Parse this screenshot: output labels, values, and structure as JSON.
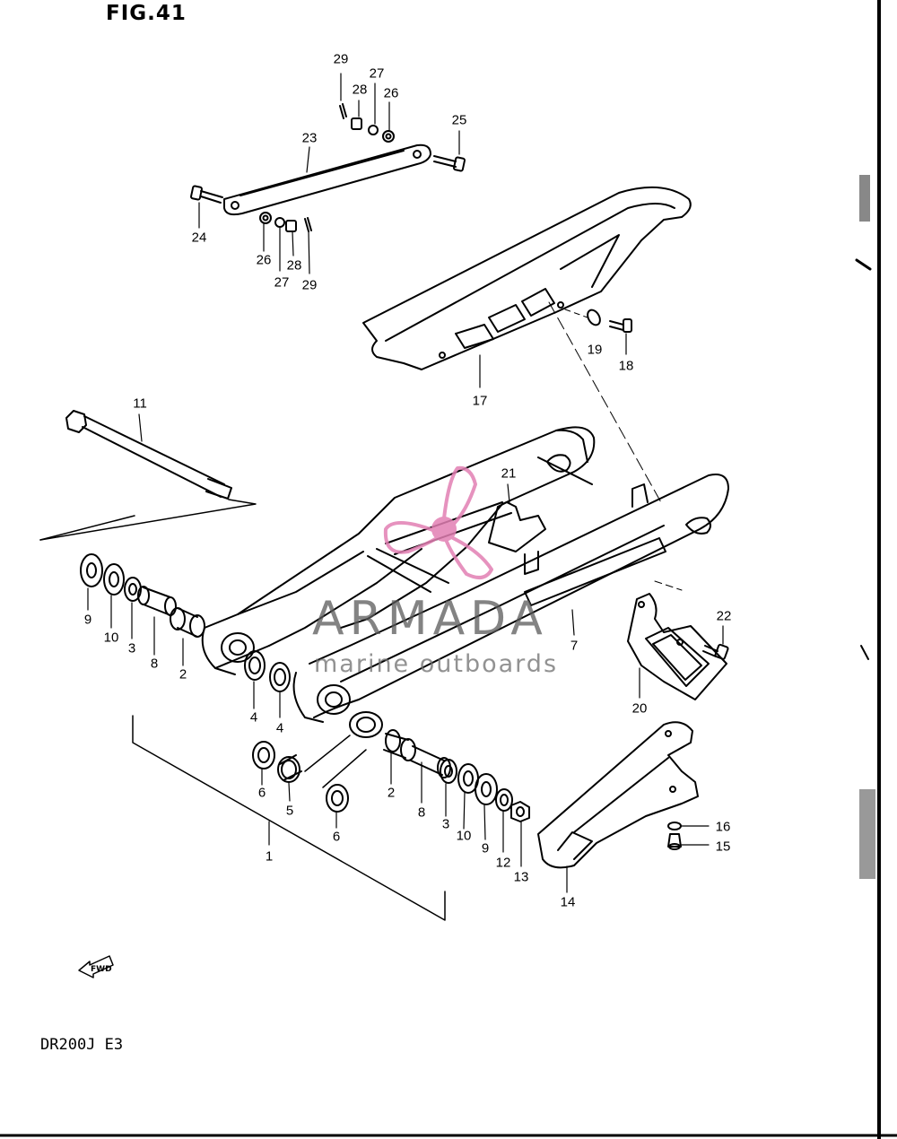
{
  "figure": {
    "title": "FIG.41",
    "model": "DR200J  E3",
    "fwd_label": "FWD"
  },
  "watermark": {
    "brand": "ARMADA",
    "tagline": "marine outboards",
    "logo_color": "#e27fb3",
    "text_color": "#6e6e6e"
  },
  "colors": {
    "ink": "#000000",
    "background": "#ffffff"
  },
  "callouts": [
    {
      "id": "c29a",
      "label": "29"
    },
    {
      "id": "c28a",
      "label": "28"
    },
    {
      "id": "c27a",
      "label": "27"
    },
    {
      "id": "c26a",
      "label": "26"
    },
    {
      "id": "c25",
      "label": "25"
    },
    {
      "id": "c23",
      "label": "23"
    },
    {
      "id": "c24",
      "label": "24"
    },
    {
      "id": "c26b",
      "label": "26"
    },
    {
      "id": "c27b",
      "label": "27"
    },
    {
      "id": "c28b",
      "label": "28"
    },
    {
      "id": "c29b",
      "label": "29"
    },
    {
      "id": "c19",
      "label": "19"
    },
    {
      "id": "c18",
      "label": "18"
    },
    {
      "id": "c17",
      "label": "17"
    },
    {
      "id": "c11",
      "label": "11"
    },
    {
      "id": "c21",
      "label": "21"
    },
    {
      "id": "c9a",
      "label": "9"
    },
    {
      "id": "c10a",
      "label": "10"
    },
    {
      "id": "c3a",
      "label": "3"
    },
    {
      "id": "c8a",
      "label": "8"
    },
    {
      "id": "c2a",
      "label": "2"
    },
    {
      "id": "c7",
      "label": "7"
    },
    {
      "id": "c22",
      "label": "22"
    },
    {
      "id": "c4a",
      "label": "4"
    },
    {
      "id": "c4b",
      "label": "4"
    },
    {
      "id": "c20",
      "label": "20"
    },
    {
      "id": "c6a",
      "label": "6"
    },
    {
      "id": "c5",
      "label": "5"
    },
    {
      "id": "c2b",
      "label": "2"
    },
    {
      "id": "c8b",
      "label": "8"
    },
    {
      "id": "c3b",
      "label": "3"
    },
    {
      "id": "c10b",
      "label": "10"
    },
    {
      "id": "c9b",
      "label": "9"
    },
    {
      "id": "c12",
      "label": "12"
    },
    {
      "id": "c13",
      "label": "13"
    },
    {
      "id": "c6b",
      "label": "6"
    },
    {
      "id": "c1",
      "label": "1"
    },
    {
      "id": "c16",
      "label": "16"
    },
    {
      "id": "c15",
      "label": "15"
    },
    {
      "id": "c14",
      "label": "14"
    }
  ]
}
